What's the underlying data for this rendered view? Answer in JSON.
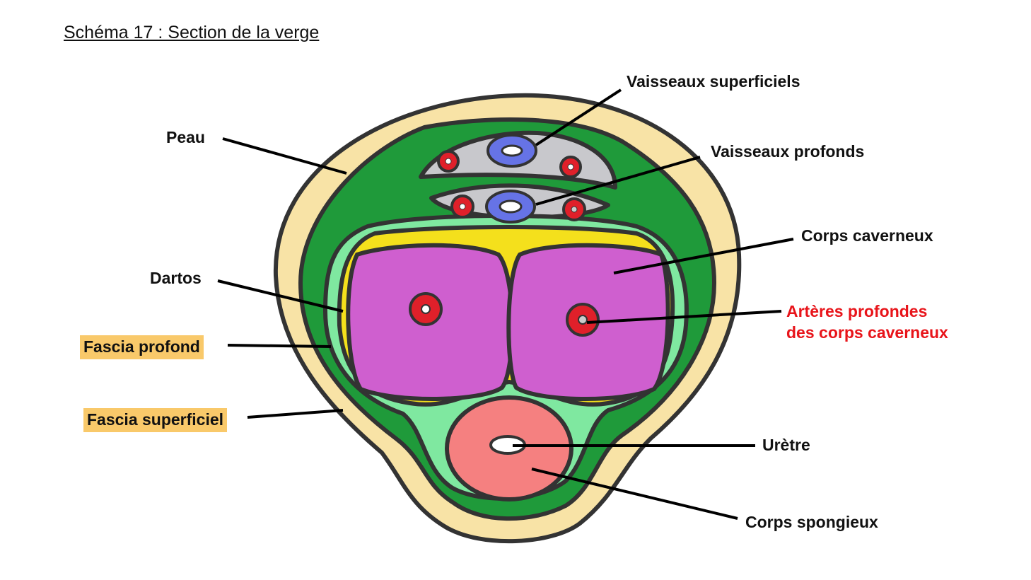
{
  "title": "Schéma 17 : Section de la verge",
  "labels": {
    "peau": "Peau",
    "dartos": "Dartos",
    "fascia_profond": "Fascia profond",
    "fascia_superficiel": "Fascia superficiel",
    "vaisseaux_superficiels": "Vaisseaux superficiels",
    "vaisseaux_profonds": "Vaisseaux profonds",
    "corps_caverneux": "Corps caverneux",
    "arteres_line1": "Artères profondes",
    "arteres_line2": "des corps caverneux",
    "uretre": "Urètre",
    "corps_spongieux": "Corps spongieux"
  },
  "colors": {
    "skin": "#f8e3a6",
    "dartos_green": "#1f9a3a",
    "light_green": "#7fe8a0",
    "yellow": "#f4e01c",
    "cavernous": "#cf5fcf",
    "spongy": "#f58080",
    "vein": "#6673e6",
    "artery": "#e0202a",
    "gray": "#c8c8cc",
    "outline": "#333333",
    "highlight": "#f9c96a",
    "red_text": "#e8141a"
  }
}
